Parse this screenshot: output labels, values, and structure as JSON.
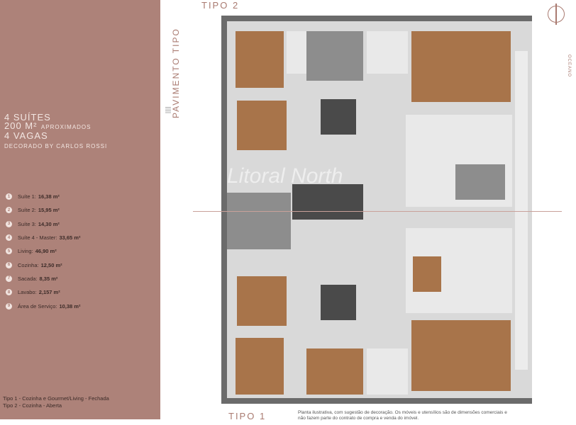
{
  "vertical_title": "PAVIMENTO TIPO",
  "header": {
    "line1": "4 SUÍTES",
    "line2_big": "200 M²",
    "line2_small": "APROXIMADOS",
    "line3": "4 VAGAS",
    "line4": "DECORADO BY CARLOS ROSSI"
  },
  "legend": [
    {
      "n": "1",
      "label": "Suíte 1:",
      "value": "16,38 m²"
    },
    {
      "n": "2",
      "label": "Suíte 2:",
      "value": "15,95 m²"
    },
    {
      "n": "3",
      "label": "Suíte 3:",
      "value": "14,30 m²"
    },
    {
      "n": "4",
      "label": "Suíte 4 - Master:",
      "value": "33,65 m²"
    },
    {
      "n": "5",
      "label": "Living:",
      "value": "46,90 m²"
    },
    {
      "n": "6",
      "label": "Cozinha:",
      "value": "12,50 m²"
    },
    {
      "n": "7",
      "label": "Sacada:",
      "value": "8,35 m²"
    },
    {
      "n": "8",
      "label": "Lavabo:",
      "value": "2,157 m²"
    },
    {
      "n": "9",
      "label": "Área de Serviço:",
      "value": "10,38 m²"
    }
  ],
  "types": [
    "Tipo 1 - Cozinha e Gourmet/Living - Fechada",
    "Tipo 2 - Cozinha - Aberta"
  ],
  "tipo2": "TIPO 2",
  "tipo1": "TIPO 1",
  "note": "Planta ilustrativa, com sugestão de decoração. Os móveis e utensílios são de dimensões comerciais e não fazem parte do contrato de compra e venda do imóvel.",
  "oceano": "OCEANO",
  "watermark": "Litoral North",
  "accent": "#ad8279"
}
